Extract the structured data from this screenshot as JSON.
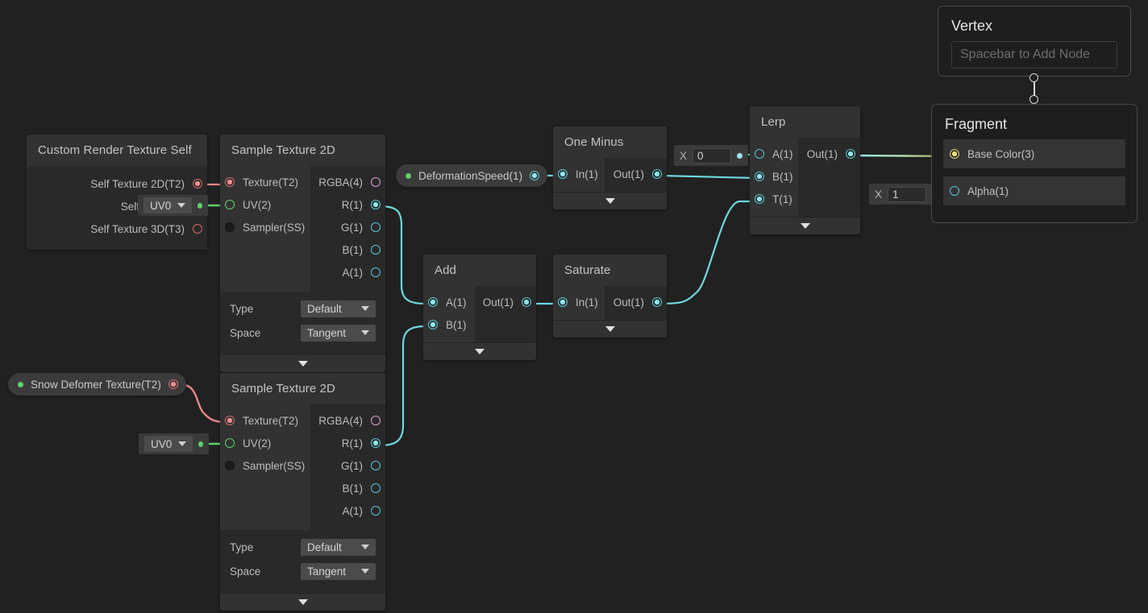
{
  "app": {
    "name": "Unity Shader Graph",
    "background": "#212121"
  },
  "colors": {
    "wire_cyan": "#6fd8e0",
    "wire_green": "#5ed16a",
    "wire_red": "#e88686",
    "wire_yellow": "#d9d268",
    "port_cyan": "#58c7d3",
    "port_pink": "#d8a0d8",
    "port_red": "#d96a6a",
    "port_green": "#5ed16a",
    "node_header": "#323232",
    "node_body": "#292929"
  },
  "nodes": {
    "custom_render_texture_self": {
      "title": "Custom Render Texture Self",
      "outputs": [
        {
          "label": "Self Texture 2D(T2)",
          "type": "texture2d",
          "connected": true
        },
        {
          "label": "Self Texture 3D(T3)",
          "type": "texture3d",
          "connected": false
        }
      ],
      "hidden_output_label": "Self Texture ("
    },
    "sample_texture_2d_top": {
      "title": "Sample Texture 2D",
      "inputs": [
        {
          "label": "Texture(T2)",
          "type": "texture",
          "connected": true
        },
        {
          "label": "UV(2)",
          "type": "uv",
          "connected": false
        },
        {
          "label": "Sampler(SS)",
          "type": "sampler",
          "connected": false
        }
      ],
      "outputs": [
        {
          "label": "RGBA(4)",
          "type": "vec4",
          "connected": false
        },
        {
          "label": "R(1)",
          "type": "float",
          "connected": true
        },
        {
          "label": "G(1)",
          "type": "float",
          "connected": false
        },
        {
          "label": "B(1)",
          "type": "float",
          "connected": false
        },
        {
          "label": "A(1)",
          "type": "float",
          "connected": false
        }
      ],
      "settings": [
        {
          "label": "Type",
          "value": "Default"
        },
        {
          "label": "Space",
          "value": "Tangent"
        }
      ]
    },
    "sample_texture_2d_bottom": {
      "title": "Sample Texture 2D",
      "inputs": [
        {
          "label": "Texture(T2)",
          "type": "texture",
          "connected": true
        },
        {
          "label": "UV(2)",
          "type": "uv",
          "connected": false
        },
        {
          "label": "Sampler(SS)",
          "type": "sampler",
          "connected": false
        }
      ],
      "outputs": [
        {
          "label": "RGBA(4)",
          "type": "vec4",
          "connected": false
        },
        {
          "label": "R(1)",
          "type": "float",
          "connected": true
        },
        {
          "label": "G(1)",
          "type": "float",
          "connected": false
        },
        {
          "label": "B(1)",
          "type": "float",
          "connected": false
        },
        {
          "label": "A(1)",
          "type": "float",
          "connected": false
        }
      ],
      "settings": [
        {
          "label": "Type",
          "value": "Default"
        },
        {
          "label": "Space",
          "value": "Tangent"
        }
      ]
    },
    "one_minus": {
      "title": "One Minus",
      "inputs": [
        {
          "label": "In(1)",
          "connected": true
        }
      ],
      "outputs": [
        {
          "label": "Out(1)",
          "connected": true
        }
      ]
    },
    "add": {
      "title": "Add",
      "inputs": [
        {
          "label": "A(1)",
          "connected": true
        },
        {
          "label": "B(1)",
          "connected": true
        }
      ],
      "outputs": [
        {
          "label": "Out(1)",
          "connected": true
        }
      ]
    },
    "saturate": {
      "title": "Saturate",
      "inputs": [
        {
          "label": "In(1)",
          "connected": true
        }
      ],
      "outputs": [
        {
          "label": "Out(1)",
          "connected": true
        }
      ]
    },
    "lerp": {
      "title": "Lerp",
      "inputs": [
        {
          "label": "A(1)",
          "connected": false
        },
        {
          "label": "B(1)",
          "connected": true
        },
        {
          "label": "T(1)",
          "connected": true
        }
      ],
      "outputs": [
        {
          "label": "Out(1)",
          "connected": true
        }
      ]
    },
    "vertex": {
      "title": "Vertex",
      "placeholder": "Spacebar to Add Node"
    },
    "fragment": {
      "title": "Fragment",
      "slots": [
        {
          "label": "Base Color(3)",
          "type": "color",
          "connected": true
        },
        {
          "label": "Alpha(1)",
          "type": "float",
          "connected": true
        }
      ]
    }
  },
  "properties": {
    "deformation_speed": {
      "label": "DeformationSpeed(1)"
    },
    "snow_deformer_texture": {
      "label": "Snow Defomer Texture(T2)"
    }
  },
  "dropdowns": {
    "uv_top": {
      "value": "UV0"
    },
    "uv_bottom": {
      "value": "UV0"
    }
  },
  "value_boxes": {
    "lerp_a": {
      "label": "X",
      "value": "0"
    },
    "alpha": {
      "label": "X",
      "value": "1"
    }
  }
}
